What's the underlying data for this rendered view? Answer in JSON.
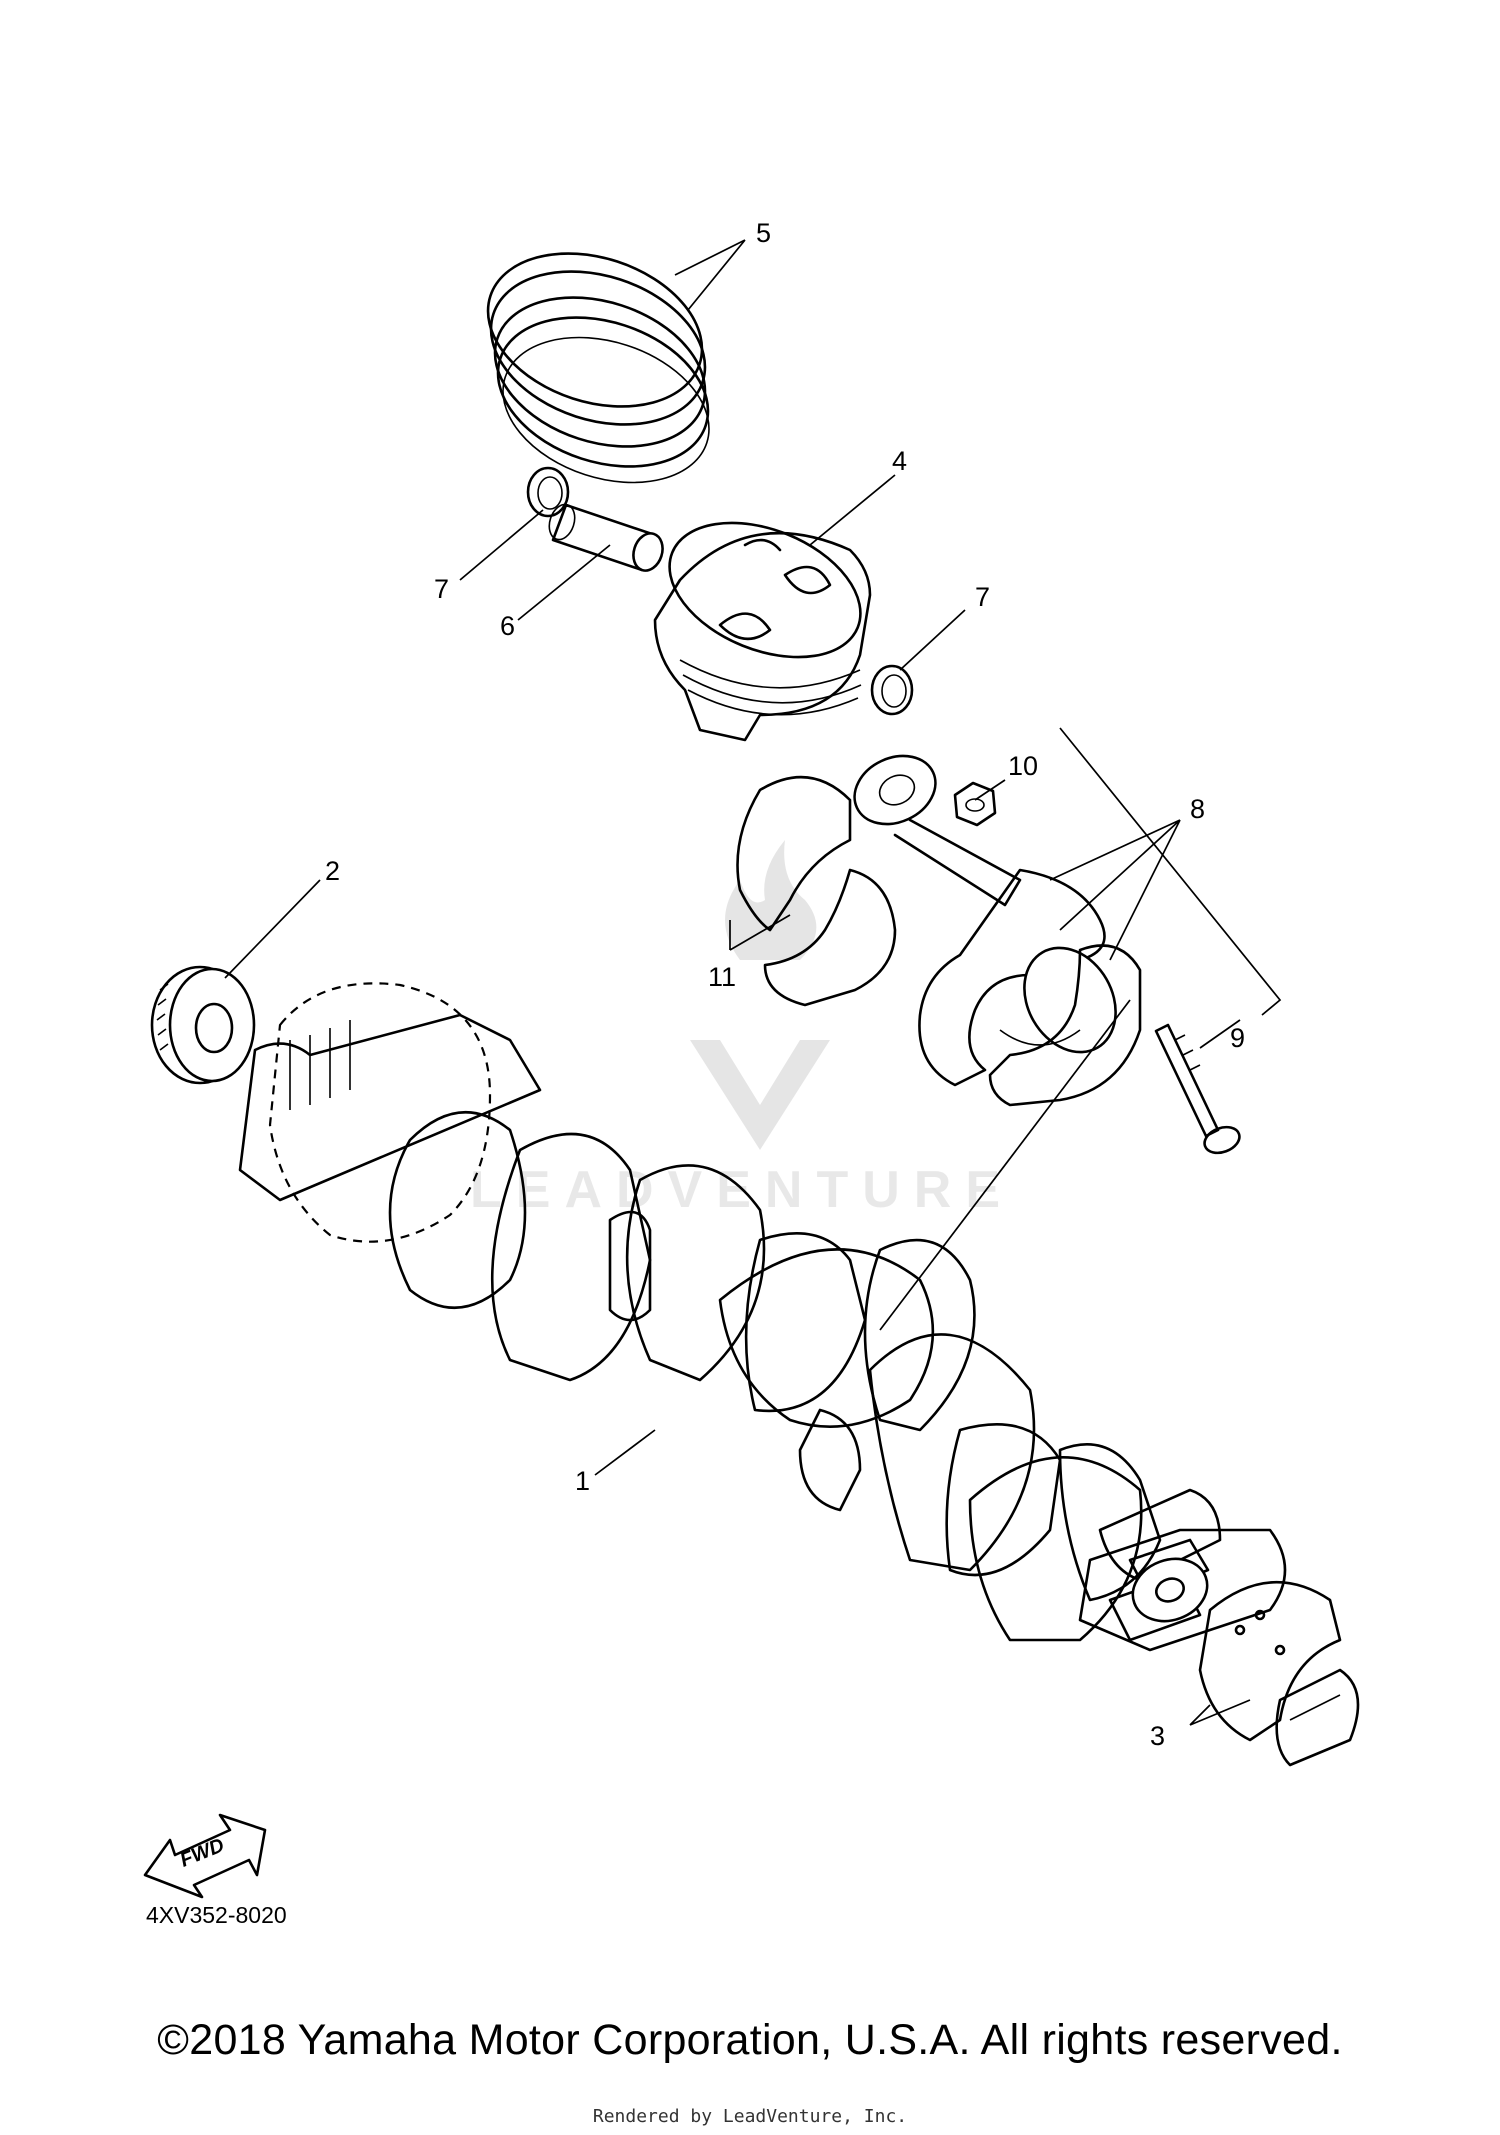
{
  "diagram": {
    "callouts": [
      "1",
      "2",
      "3",
      "4",
      "5",
      "6",
      "7",
      "7",
      "8",
      "9",
      "10",
      "11"
    ],
    "fwd_label": "FWD",
    "diagram_code": "4XV352-8020"
  },
  "footer": {
    "copyright": "©2018 Yamaha Motor Corporation, U.S.A. All rights reserved.",
    "rendered_by": "Rendered by LeadVenture, Inc."
  },
  "watermark": {
    "text": "LEADVENTURE",
    "color": "#e6e6e6"
  }
}
